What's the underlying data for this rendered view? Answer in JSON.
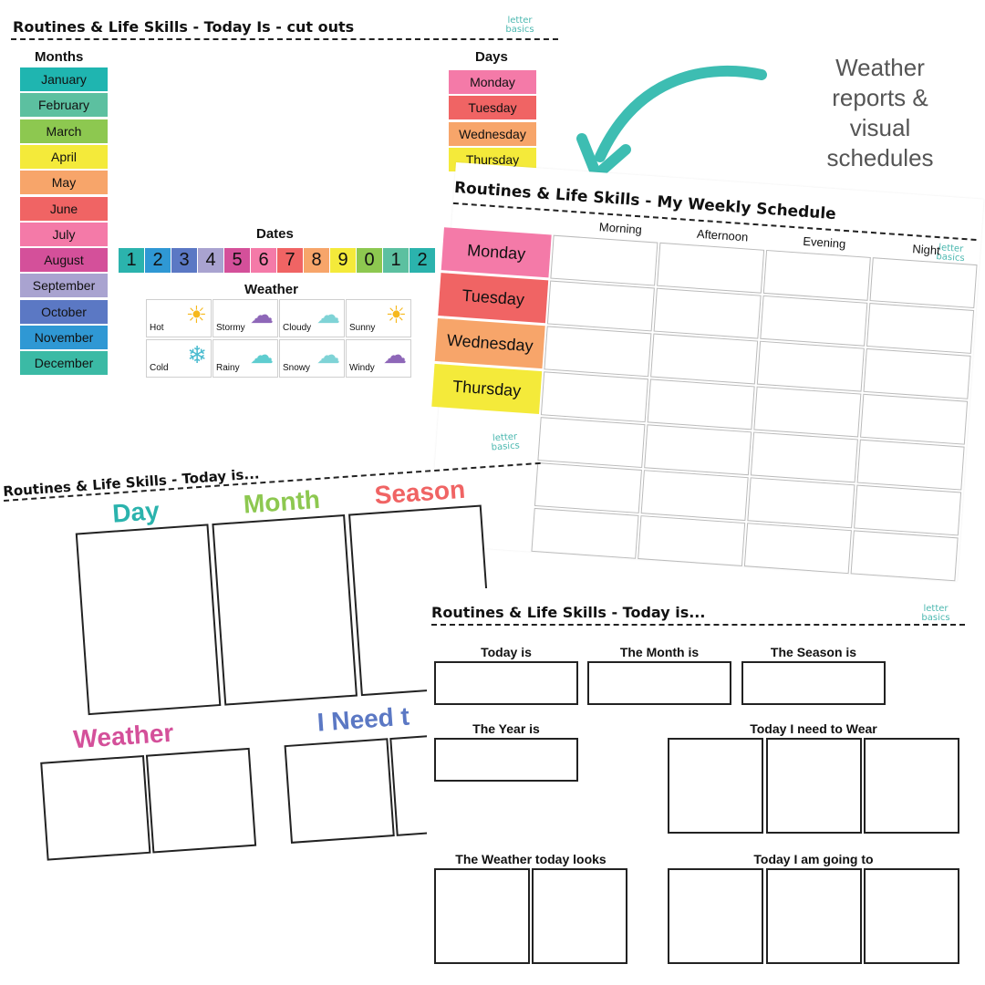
{
  "cutouts": {
    "title": "Routines & Life Skills - Today Is - cut outs",
    "months_heading": "Months",
    "months": [
      {
        "label": "January",
        "color": "#1fb5b0"
      },
      {
        "label": "February",
        "color": "#5cc0a0"
      },
      {
        "label": "March",
        "color": "#8dc850"
      },
      {
        "label": "April",
        "color": "#f4ea3a"
      },
      {
        "label": "May",
        "color": "#f7a56a"
      },
      {
        "label": "June",
        "color": "#f06464"
      },
      {
        "label": "July",
        "color": "#f47aa8"
      },
      {
        "label": "August",
        "color": "#d4509a"
      },
      {
        "label": "September",
        "color": "#a9a3d0"
      },
      {
        "label": "October",
        "color": "#5b78c4"
      },
      {
        "label": "November",
        "color": "#2f98d4"
      },
      {
        "label": "December",
        "color": "#3bbaa5"
      }
    ],
    "days_heading": "Days",
    "days": [
      {
        "label": "Monday",
        "color": "#f47aa8"
      },
      {
        "label": "Tuesday",
        "color": "#f06464"
      },
      {
        "label": "Wednesday",
        "color": "#f7a56a"
      },
      {
        "label": "Thursday",
        "color": "#f4ea3a"
      }
    ],
    "dates_heading": "Dates",
    "dates": [
      {
        "label": "1",
        "color": "#2bb3ad"
      },
      {
        "label": "2",
        "color": "#2f98d4"
      },
      {
        "label": "3",
        "color": "#5b78c4"
      },
      {
        "label": "4",
        "color": "#a9a3d0"
      },
      {
        "label": "5",
        "color": "#d4509a"
      },
      {
        "label": "6",
        "color": "#f47aa8"
      },
      {
        "label": "7",
        "color": "#f06464"
      },
      {
        "label": "8",
        "color": "#f7a56a"
      },
      {
        "label": "9",
        "color": "#f4ea3a"
      },
      {
        "label": "0",
        "color": "#8dc850"
      },
      {
        "label": "1",
        "color": "#5cc0a0"
      },
      {
        "label": "2",
        "color": "#2bb3ad"
      }
    ],
    "weather_heading": "Weather",
    "weather": [
      {
        "label": "Hot",
        "icon": "sun-icon",
        "glyph": "☀",
        "color": "#f6b81c"
      },
      {
        "label": "Stormy",
        "icon": "storm-cloud-icon",
        "glyph": "☁",
        "color": "#8e67b8"
      },
      {
        "label": "Cloudy",
        "icon": "cloud-icon",
        "glyph": "☁",
        "color": "#7fd3d6"
      },
      {
        "label": "Sunny",
        "icon": "sun-icon",
        "glyph": "☀",
        "color": "#f6b81c"
      },
      {
        "label": "Cold",
        "icon": "snowflake-icon",
        "glyph": "❄",
        "color": "#4cbcd0"
      },
      {
        "label": "Rainy",
        "icon": "rain-cloud-icon",
        "glyph": "☁",
        "color": "#5fcdd0"
      },
      {
        "label": "Snowy",
        "icon": "snow-cloud-icon",
        "glyph": "☁",
        "color": "#7fd3d6"
      },
      {
        "label": "Windy",
        "icon": "wind-cloud-icon",
        "glyph": "☁",
        "color": "#8e67b8"
      }
    ],
    "logo": "letter basics"
  },
  "promo": {
    "lines": [
      "Weather",
      "reports &",
      "visual",
      "schedules"
    ],
    "arrow_color": "#3dbdb2",
    "text_color": "#555555"
  },
  "weekly": {
    "title": "Routines & Life Skills - My Weekly Schedule",
    "columns": [
      "Morning",
      "Afternoon",
      "Evening",
      "Night"
    ],
    "days": [
      {
        "label": "Monday",
        "color": "#f47aa8"
      },
      {
        "label": "Tuesday",
        "color": "#f06464"
      },
      {
        "label": "Wednesday",
        "color": "#f7a56a"
      },
      {
        "label": "Thursday",
        "color": "#f4ea3a"
      }
    ],
    "logo": "letter basics"
  },
  "todaylarge": {
    "title": "Routines & Life Skills - Today is...",
    "day": {
      "label": "Day",
      "color": "#2bb3ad"
    },
    "month": {
      "label": "Month",
      "color": "#8dc850"
    },
    "season": {
      "label": "Season",
      "color": "#f06464"
    },
    "weather": {
      "label": "Weather",
      "color": "#d4509a"
    },
    "need": {
      "label": "I Need t",
      "color": "#5b78c4"
    },
    "logo": "letter basics"
  },
  "todaysmall": {
    "title": "Routines & Life Skills - Today is...",
    "today_is": "Today is",
    "month_is": "The Month is",
    "season_is": "The Season is",
    "year_is": "The Year is",
    "need_to_wear": "Today I need to Wear",
    "weather_looks": "The Weather today looks",
    "going_to": "Today I am going to",
    "logo": "letter basics"
  }
}
